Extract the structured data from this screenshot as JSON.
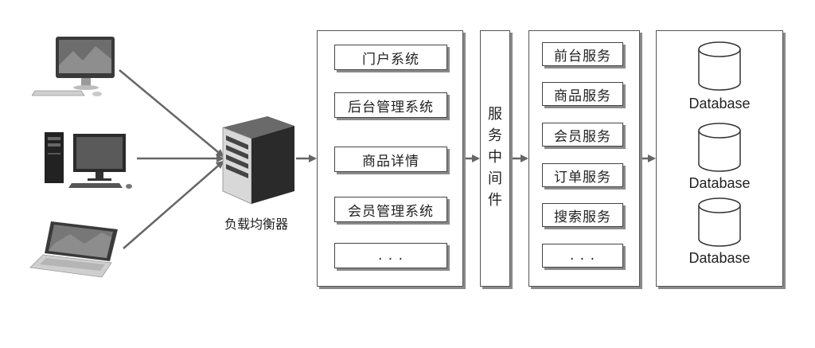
{
  "load_balancer": {
    "label": "负载均衡器"
  },
  "portal_layer": {
    "items": [
      "门户系统",
      "后台管理系统",
      "商品详情",
      "会员管理系统",
      ". . ."
    ]
  },
  "middleware": {
    "chars": [
      "服",
      "务",
      "中",
      "间",
      "件"
    ]
  },
  "service_layer": {
    "items": [
      "前台服务",
      "商品服务",
      "会员服务",
      "订单服务",
      "搜索服务",
      ". . ."
    ]
  },
  "database_layer": {
    "items": [
      "Database",
      "Database",
      "Database"
    ]
  },
  "icons": {
    "clients": [
      "desktop-monitor-icon",
      "desktop-tower-pc-icon",
      "laptop-icon"
    ],
    "server": "server-tower-icon",
    "database": "database-cylinder-icon"
  }
}
